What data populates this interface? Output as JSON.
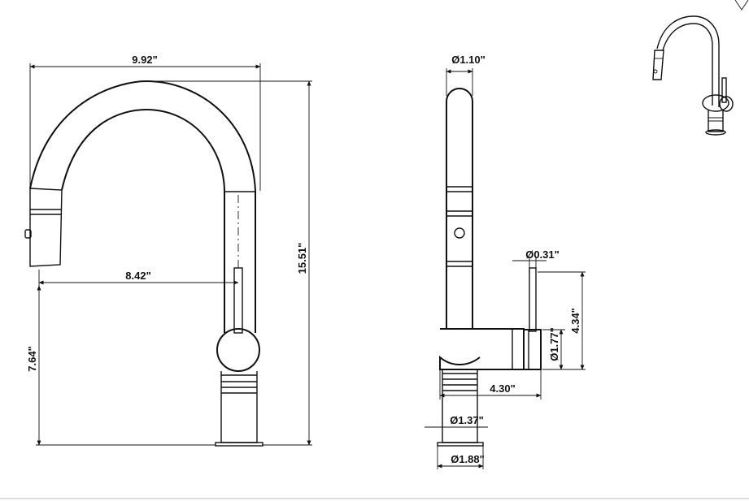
{
  "front_view": {
    "width": "9.92\"",
    "spout_reach": "8.42\"",
    "total_height": "15.51\"",
    "spout_height": "7.64\""
  },
  "side_view": {
    "spout_diameter": "Ø1.10\"",
    "handle_diameter": "Ø0.31\"",
    "handle_height": "4.34\"",
    "body_diameter": "Ø1.77\"",
    "body_depth": "4.30\"",
    "shank_diameter": "Ø1.37\"",
    "base_diameter": "Ø1.88\""
  }
}
